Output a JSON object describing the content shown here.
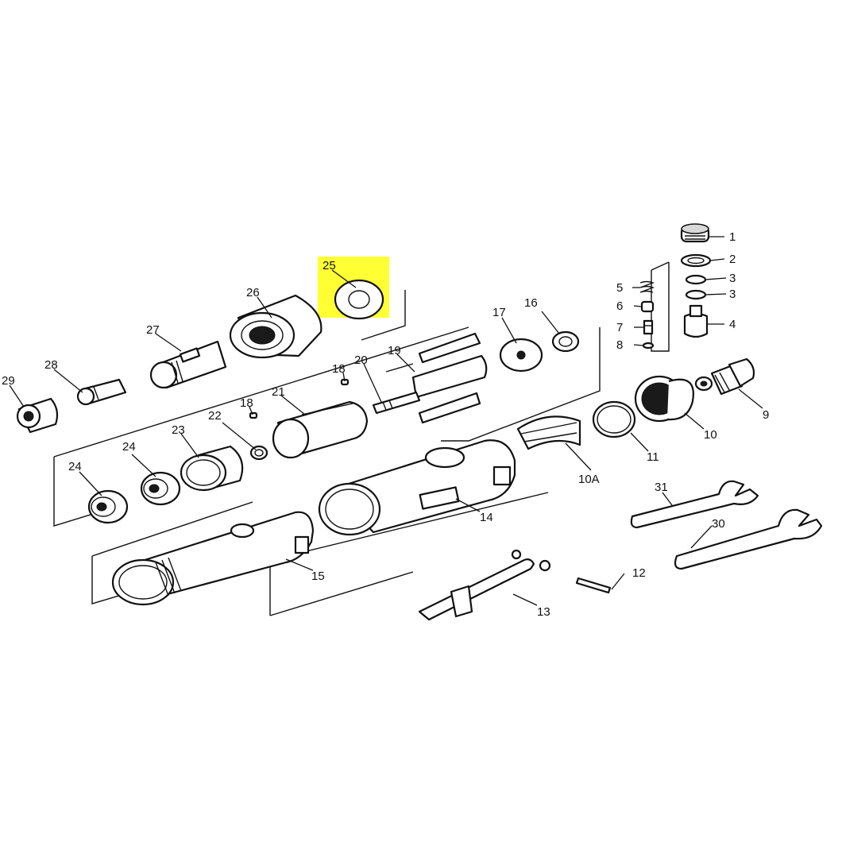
{
  "highlight_color": "#ffff33",
  "labels": {
    "p1": "1",
    "p2": "2",
    "p3a": "3",
    "p3b": "3",
    "p4": "4",
    "p5": "5",
    "p6": "6",
    "p7": "7",
    "p8": "8",
    "p9": "9",
    "p10": "10",
    "p10a": "10A",
    "p11": "11",
    "p12": "12",
    "p13": "13",
    "p14": "14",
    "p15": "15",
    "p16": "16",
    "p17": "17",
    "p18a": "18",
    "p18b": "18",
    "p19": "19",
    "p20": "20",
    "p21": "21",
    "p22": "22",
    "p23": "23",
    "p24a": "24",
    "p24b": "24",
    "p25": "25",
    "p26": "26",
    "p27": "27",
    "p28": "28",
    "p29": "29",
    "p30": "30",
    "p31": "31"
  }
}
